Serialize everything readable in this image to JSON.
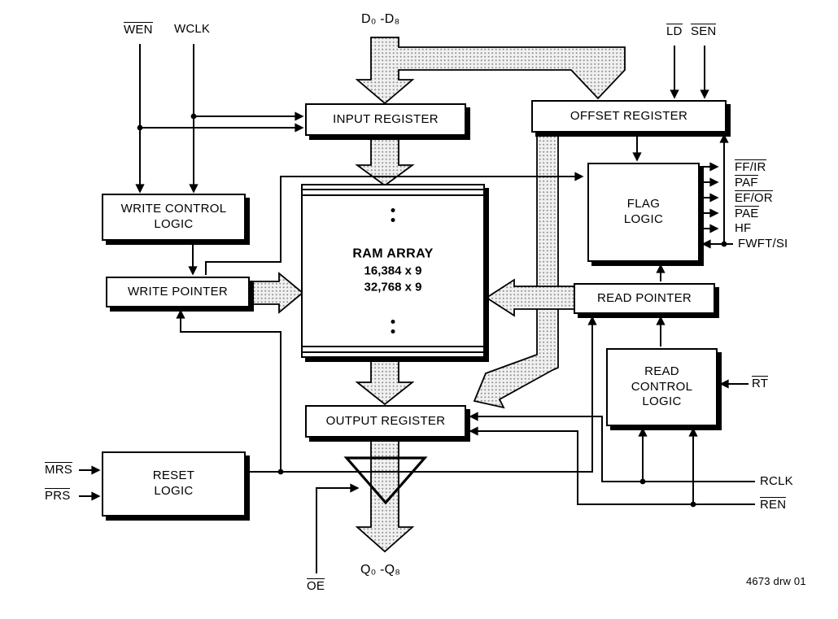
{
  "diagram": {
    "blocks": {
      "input_register": "INPUT REGISTER",
      "offset_register": "OFFSET REGISTER",
      "write_control_logic": "WRITE CONTROL\nLOGIC",
      "write_pointer": "WRITE POINTER",
      "ram_array_title": "RAM ARRAY",
      "ram_array_size_1": "16,384 x 9",
      "ram_array_size_2": "32,768 x 9",
      "flag_logic": "FLAG\nLOGIC",
      "read_pointer": "READ POINTER",
      "read_control_logic": "READ\nCONTROL\nLOGIC",
      "output_register": "OUTPUT REGISTER",
      "reset_logic": "RESET\nLOGIC"
    },
    "signals": {
      "wen": "WEN",
      "wclk": "WCLK",
      "d_bus": "D₀ -D₈",
      "ld": "LD",
      "sen": "SEN",
      "ff_ir": "FF/IR",
      "paf": "PAF",
      "ef_or": "EF/OR",
      "pae": "PAE",
      "hf": "HF",
      "fwft_si": "FWFT/SI",
      "rt": "RT",
      "rclk": "RCLK",
      "ren": "REN",
      "mrs": "MRS",
      "prs": "PRS",
      "oe": "OE",
      "q_bus": "Q₀ -Q₈"
    },
    "footnote": "4673 drw 01",
    "colors": {
      "line": "#000000",
      "bus_fill": "#f0f0f0",
      "bus_dot": "#8d8d8d",
      "background": "#ffffff"
    }
  }
}
